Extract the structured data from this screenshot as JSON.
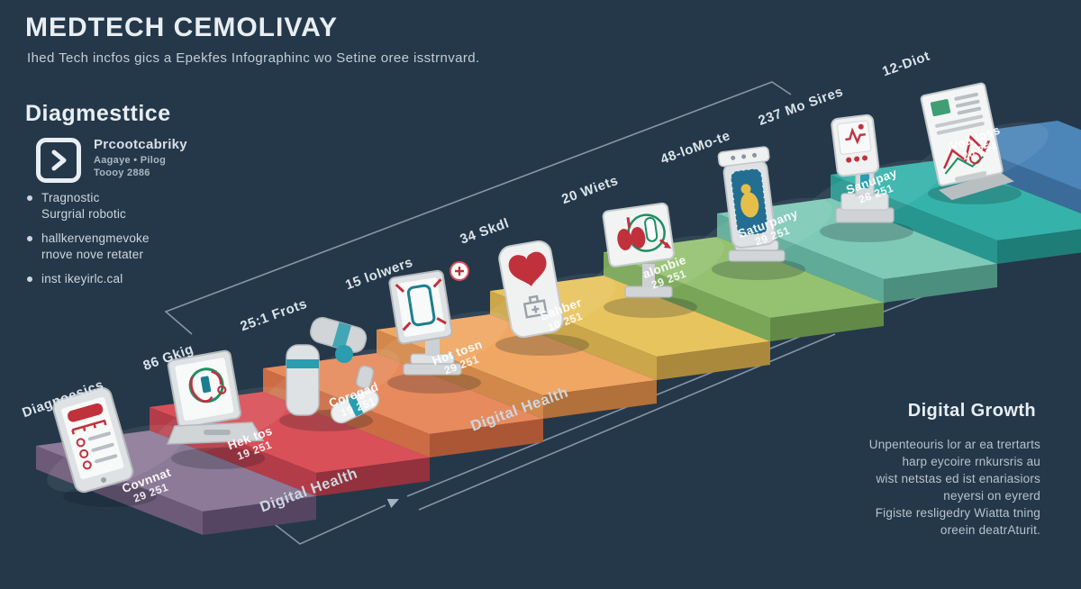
{
  "header": {
    "title": "MEDTECH CEMOLIVAY",
    "subtitle": "Ihed Tech incfos gics a Epekfes Infographinc wo Setine oree isstrnvard."
  },
  "sidebar": {
    "heading": "Diagmesttice",
    "icon": "chevron-right-icon",
    "card": {
      "title": "Prcootcabriky",
      "line2": "Aagaye • Pilog",
      "line3": "Toooy 2886"
    },
    "bullets": [
      "Tragnostic\nSurgrial robotic",
      "hallkervengmevoke\nrnove nove retater",
      "inst ikeyirlc.cal"
    ]
  },
  "timeline": {
    "steps": [
      {
        "top_label": "Diagnoesics",
        "name": "Covnnat",
        "value": "29 251",
        "icon": "tablet-checklist-icon",
        "color": "#8d7a98",
        "riser": "#6d5a79",
        "skirt": "#564463"
      },
      {
        "top_label": "86 Gkig",
        "name": "Hek tos",
        "value": "19 251",
        "icon": "laptop-stethoscope-icon",
        "color": "#d95058",
        "riser": "#b23c48",
        "skirt": "#93313c"
      },
      {
        "top_label": "25:1 Frots",
        "name": "Coregad",
        "value": "19 251",
        "icon": "robot-arm-icon",
        "color": "#e78a5d",
        "riser": "#cb6c44",
        "skirt": "#ab5736"
      },
      {
        "top_label": "15 lolwers",
        "name": "Hot tosn",
        "value": "29 251",
        "icon": "kiosk-phone-icon",
        "color": "#efa763",
        "riser": "#d2884a",
        "skirt": "#b2703a"
      },
      {
        "top_label": "34 Skdl",
        "name": "Sahber",
        "value": "10 251",
        "icon": "heart-device-icon",
        "color": "#e8c45f",
        "riser": "#cba64a",
        "skirt": "#ab893c"
      },
      {
        "top_label": "20 Wiets",
        "name": "alonbie",
        "value": "29 251",
        "icon": "lungs-monitor-icon",
        "color": "#95c271",
        "riser": "#79a557",
        "skirt": "#628a46"
      },
      {
        "top_label": "48-loMo-te",
        "name": "Saturpany",
        "value": "29 251",
        "icon": "scanner-kiosk-icon",
        "color": "#7ecab6",
        "riser": "#5fab98",
        "skirt": "#4c8f7e"
      },
      {
        "top_label": "237 Mo Sires",
        "name": "Sanupay",
        "value": "28 251",
        "icon": "vitals-kiosk-icon",
        "color": "#35b3aa",
        "riser": "#27968f",
        "skirt": "#1e7d77"
      },
      {
        "top_label": "12-Diot",
        "name": "Voa loss",
        "value": "20 251",
        "icon": "report-doc-icon",
        "color": "#4c86b9",
        "riser": "#3a6b99",
        "skirt": "#2d567d"
      }
    ],
    "group_labels": [
      "Digital Health",
      "Digital Health"
    ]
  },
  "growth": {
    "heading": "Digital Growth",
    "lines": [
      "Unpenteouris lor ar ea trertarts",
      "harp eycoire rnkursris au",
      "wist netstas ed ist enariasiors",
      "neyersi on eyrerd",
      "Figiste resligedry Wiatta tning",
      "oreein deatrAturit."
    ]
  },
  "colors": {
    "background": "#24384a",
    "line": "#bacad6",
    "text_primary": "#e9eef3",
    "text_secondary": "#b7c3cc",
    "accent_red": "#c0313c",
    "accent_teal": "#2a9daf"
  }
}
